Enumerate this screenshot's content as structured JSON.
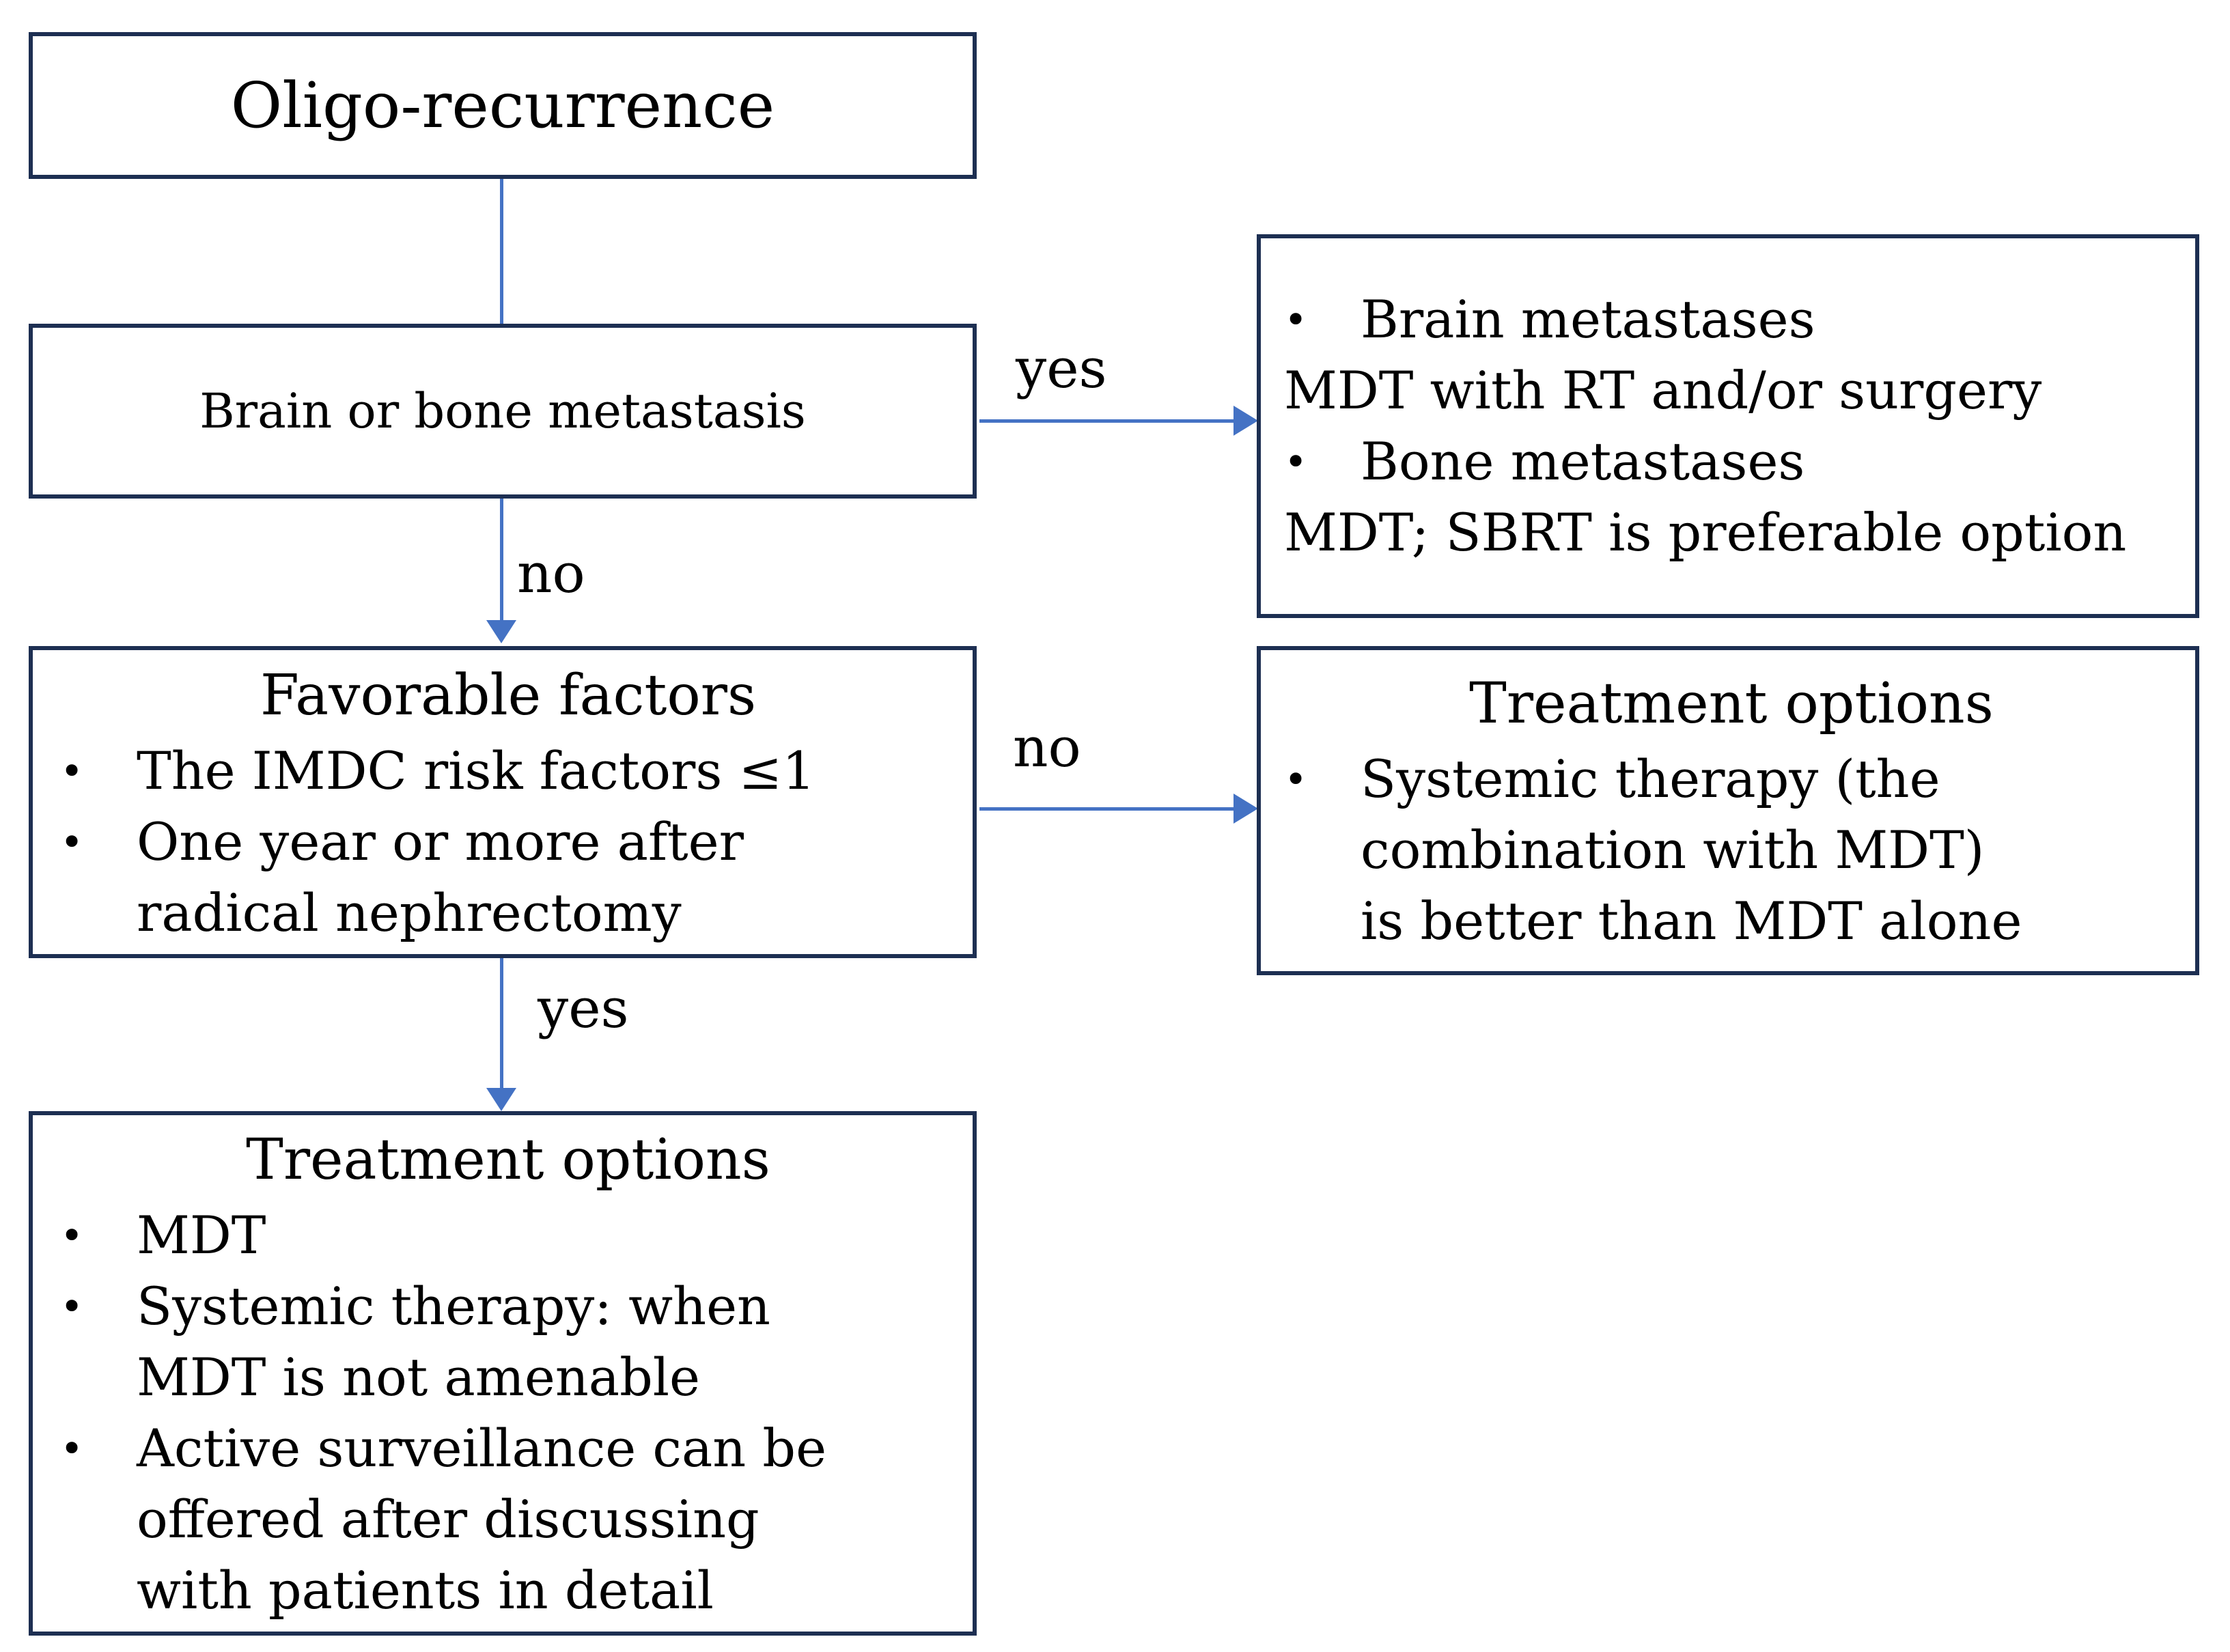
{
  "colors": {
    "box_border": "#1d2f52",
    "connector": "#4472c4",
    "text": "#000000",
    "background": "#ffffff"
  },
  "bullet_char": "•",
  "boxes": {
    "oligo": {
      "title": "Oligo-recurrence"
    },
    "brain_bone": {
      "title": "Brain or bone metastasis"
    },
    "metastases_treatment": {
      "items": [
        {
          "type": "bullet",
          "text": "Brain metastases"
        },
        {
          "type": "plain",
          "text": "MDT with RT and/or surgery"
        },
        {
          "type": "bullet",
          "text": "Bone metastases"
        },
        {
          "type": "plain",
          "text": "MDT; SBRT is preferable option"
        }
      ]
    },
    "favorable": {
      "title": "Favorable factors",
      "bullets": [
        "The IMDC risk factors ≤1",
        "One year or more after radical nephrectomy"
      ]
    },
    "systemic_treatment": {
      "title": "Treatment options",
      "bullets": [
        "Systemic therapy (the combination with MDT) is better than MDT alone"
      ]
    },
    "favorable_treatment": {
      "title": "Treatment options",
      "bullets": [
        "MDT",
        "Systemic therapy: when MDT is not amenable",
        "Active surveillance can be offered after discussing with patients in detail"
      ]
    }
  },
  "edges": {
    "brain_bone_yes": "yes",
    "brain_bone_no": "no",
    "favorable_no": "no",
    "favorable_yes": "yes"
  }
}
